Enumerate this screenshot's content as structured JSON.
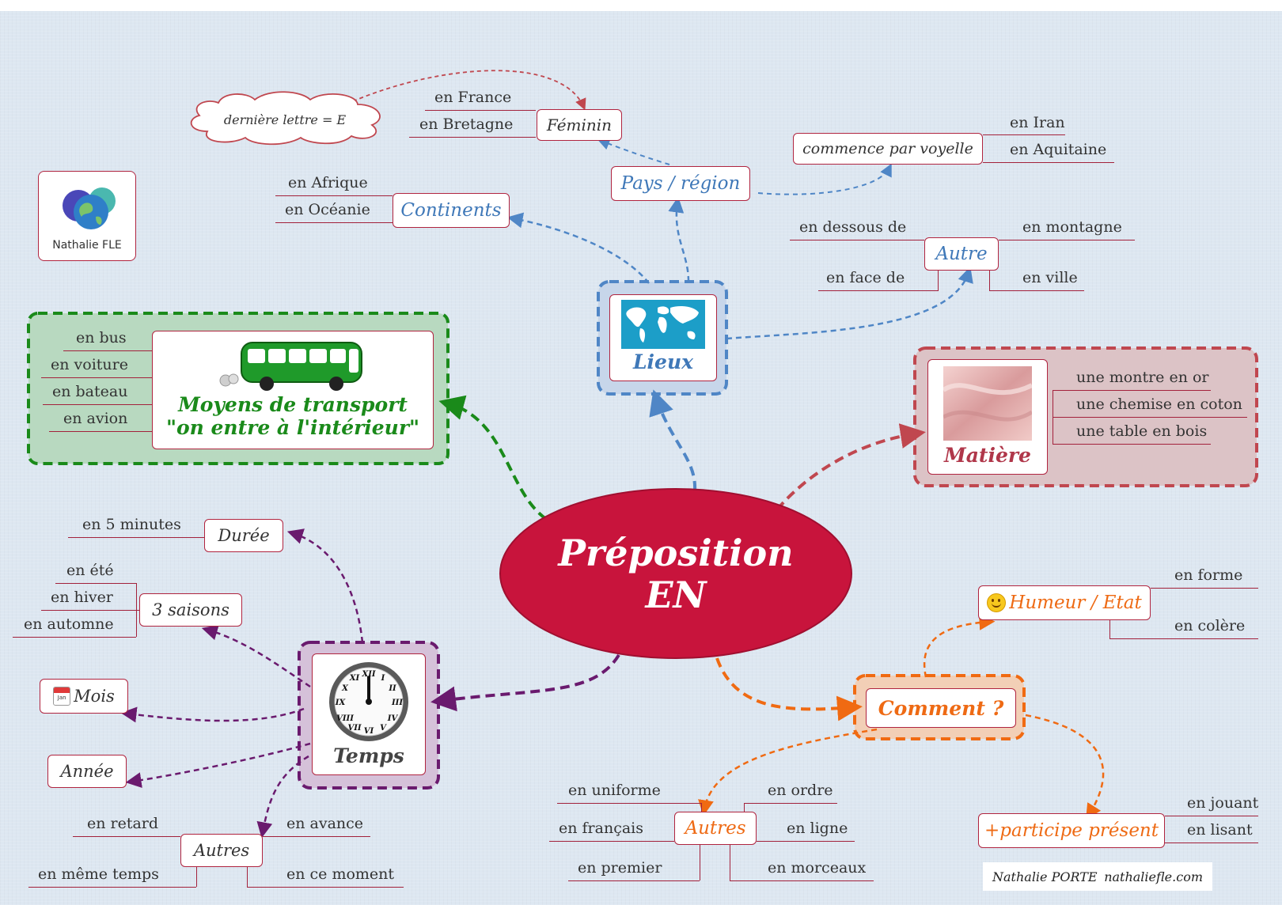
{
  "central": {
    "line1": "Préposition",
    "line2": "EN",
    "color": "#c8143c"
  },
  "logo": {
    "caption": "Nathalie FLE"
  },
  "signature": {
    "author": "Nathalie PORTE",
    "site": "nathaliefle.com"
  },
  "lieux": {
    "title": "Lieux",
    "pays_region": "Pays / région",
    "feminin": "Féminin",
    "feminin_leaves": [
      "en France",
      "en Bretagne"
    ],
    "note": "dernière lettre = E",
    "voyelle": "commence par voyelle",
    "voyelle_leaves": [
      "en Iran",
      "en Aquitaine"
    ],
    "continents": "Continents",
    "continents_leaves": [
      "en Afrique",
      "en Océanie"
    ],
    "autre": "Autre",
    "autre_left": [
      "en dessous de",
      "en face de"
    ],
    "autre_right": [
      "en montagne",
      "en ville"
    ]
  },
  "transport": {
    "title1": "Moyens de transport",
    "title2": "\"on entre à l'intérieur\"",
    "leaves": [
      "en bus",
      "en voiture",
      "en bateau",
      "en avion"
    ]
  },
  "matiere": {
    "title": "Matière",
    "leaves": [
      "une montre en or",
      "une chemise en coton",
      "une table en bois"
    ]
  },
  "temps": {
    "title": "Temps",
    "duree": "Durée",
    "duree_leaves": [
      "en 5 minutes"
    ],
    "saisons": "3 saisons",
    "saisons_leaves": [
      "en été",
      "en hiver",
      "en automne"
    ],
    "mois": "Mois",
    "mois_icon_text": "Jan",
    "annee": "Année",
    "autres": "Autres",
    "autres_left": [
      "en retard",
      "en même temps"
    ],
    "autres_right": [
      "en avance",
      "en ce moment"
    ]
  },
  "comment": {
    "title": "Comment ?",
    "humeur": "Humeur / Etat",
    "humeur_leaves": [
      "en forme",
      "en colère"
    ],
    "autres": "Autres",
    "autres_left": [
      "en uniforme",
      "en français",
      "en premier"
    ],
    "autres_right": [
      "en ordre",
      "en ligne",
      "en morceaux"
    ],
    "participe": "+participe présent",
    "participe_leaves": [
      "en jouant",
      "en lisant"
    ]
  },
  "colors": {
    "lieux": "#4f86c6",
    "transport": "#1a8a1a",
    "matiere": "#c0474f",
    "temps": "#6a1a6e",
    "comment": "#f06a12",
    "dark_red": "#a3213b"
  }
}
